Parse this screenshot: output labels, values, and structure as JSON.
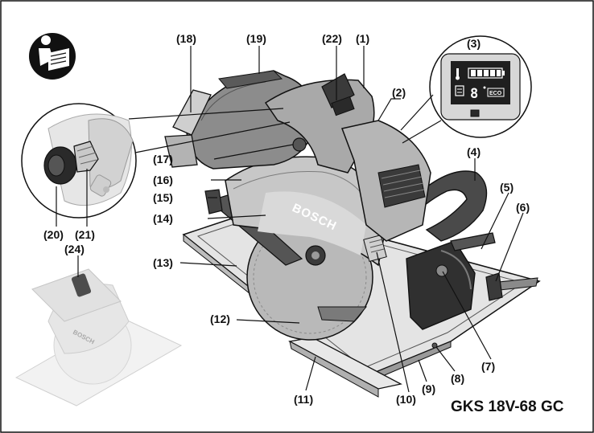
{
  "model_name": "GKS 18V-68 GC",
  "brand_on_blade_guard": "BOSCH",
  "brand_on_thumbnail": "BOSCH",
  "display": {
    "digit": "8",
    "eco_label": "ECO",
    "battery_bars": 5
  },
  "callouts": {
    "c1": "(1)",
    "c2": "(2)",
    "c3": "(3)",
    "c4": "(4)",
    "c5": "(5)",
    "c6": "(6)",
    "c7": "(7)",
    "c8": "(8)",
    "c9": "(9)",
    "c10": "(10)",
    "c11": "(11)",
    "c12": "(12)",
    "c13": "(13)",
    "c14": "(14)",
    "c15": "(15)",
    "c16": "(16)",
    "c17": "(17)",
    "c18": "(18)",
    "c19": "(19)",
    "c20": "(20)",
    "c21": "(21)",
    "c22": "(22)",
    "c24": "(24)"
  },
  "icons": {
    "manual": "read-manual-icon"
  },
  "colors": {
    "outline": "#111111",
    "saw_light": "#cfcfcf",
    "saw_mid": "#a7a7a7",
    "saw_dark": "#6c6c6c",
    "saw_darkest": "#3a3a3a",
    "display_bg": "#1f1f1f"
  }
}
